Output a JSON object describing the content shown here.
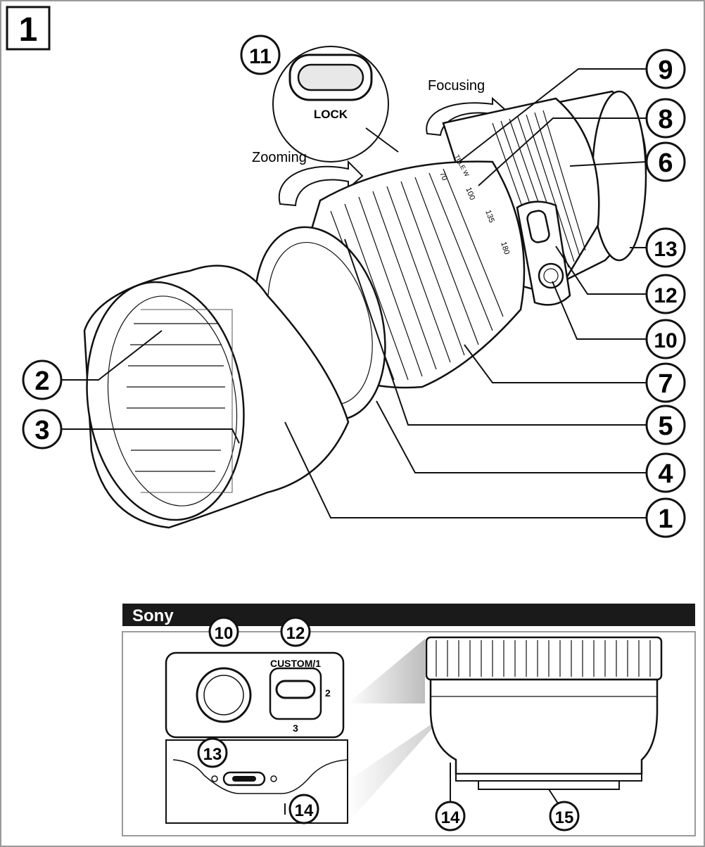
{
  "figure_number": "1",
  "motion_labels": {
    "focusing": "Focusing",
    "zooming": "Zooming"
  },
  "lock_inset_label": "LOCK",
  "zoom_scale": [
    "70",
    "100",
    "135",
    "180"
  ],
  "focal_marks": "TELE W",
  "callouts": [
    "1",
    "2",
    "3",
    "4",
    "5",
    "6",
    "7",
    "8",
    "9",
    "10",
    "11",
    "12",
    "13"
  ],
  "sony": {
    "title": "Sony",
    "switch_top_label": "CUSTOM/1",
    "switch_right_label": "2",
    "switch_bottom_label": "3",
    "callouts_panel": [
      "10",
      "12",
      "13",
      "14",
      "14",
      "15"
    ]
  },
  "colors": {
    "bar": "#1a1a1a",
    "line": "#111111",
    "panel_border": "#9a9a9a"
  }
}
